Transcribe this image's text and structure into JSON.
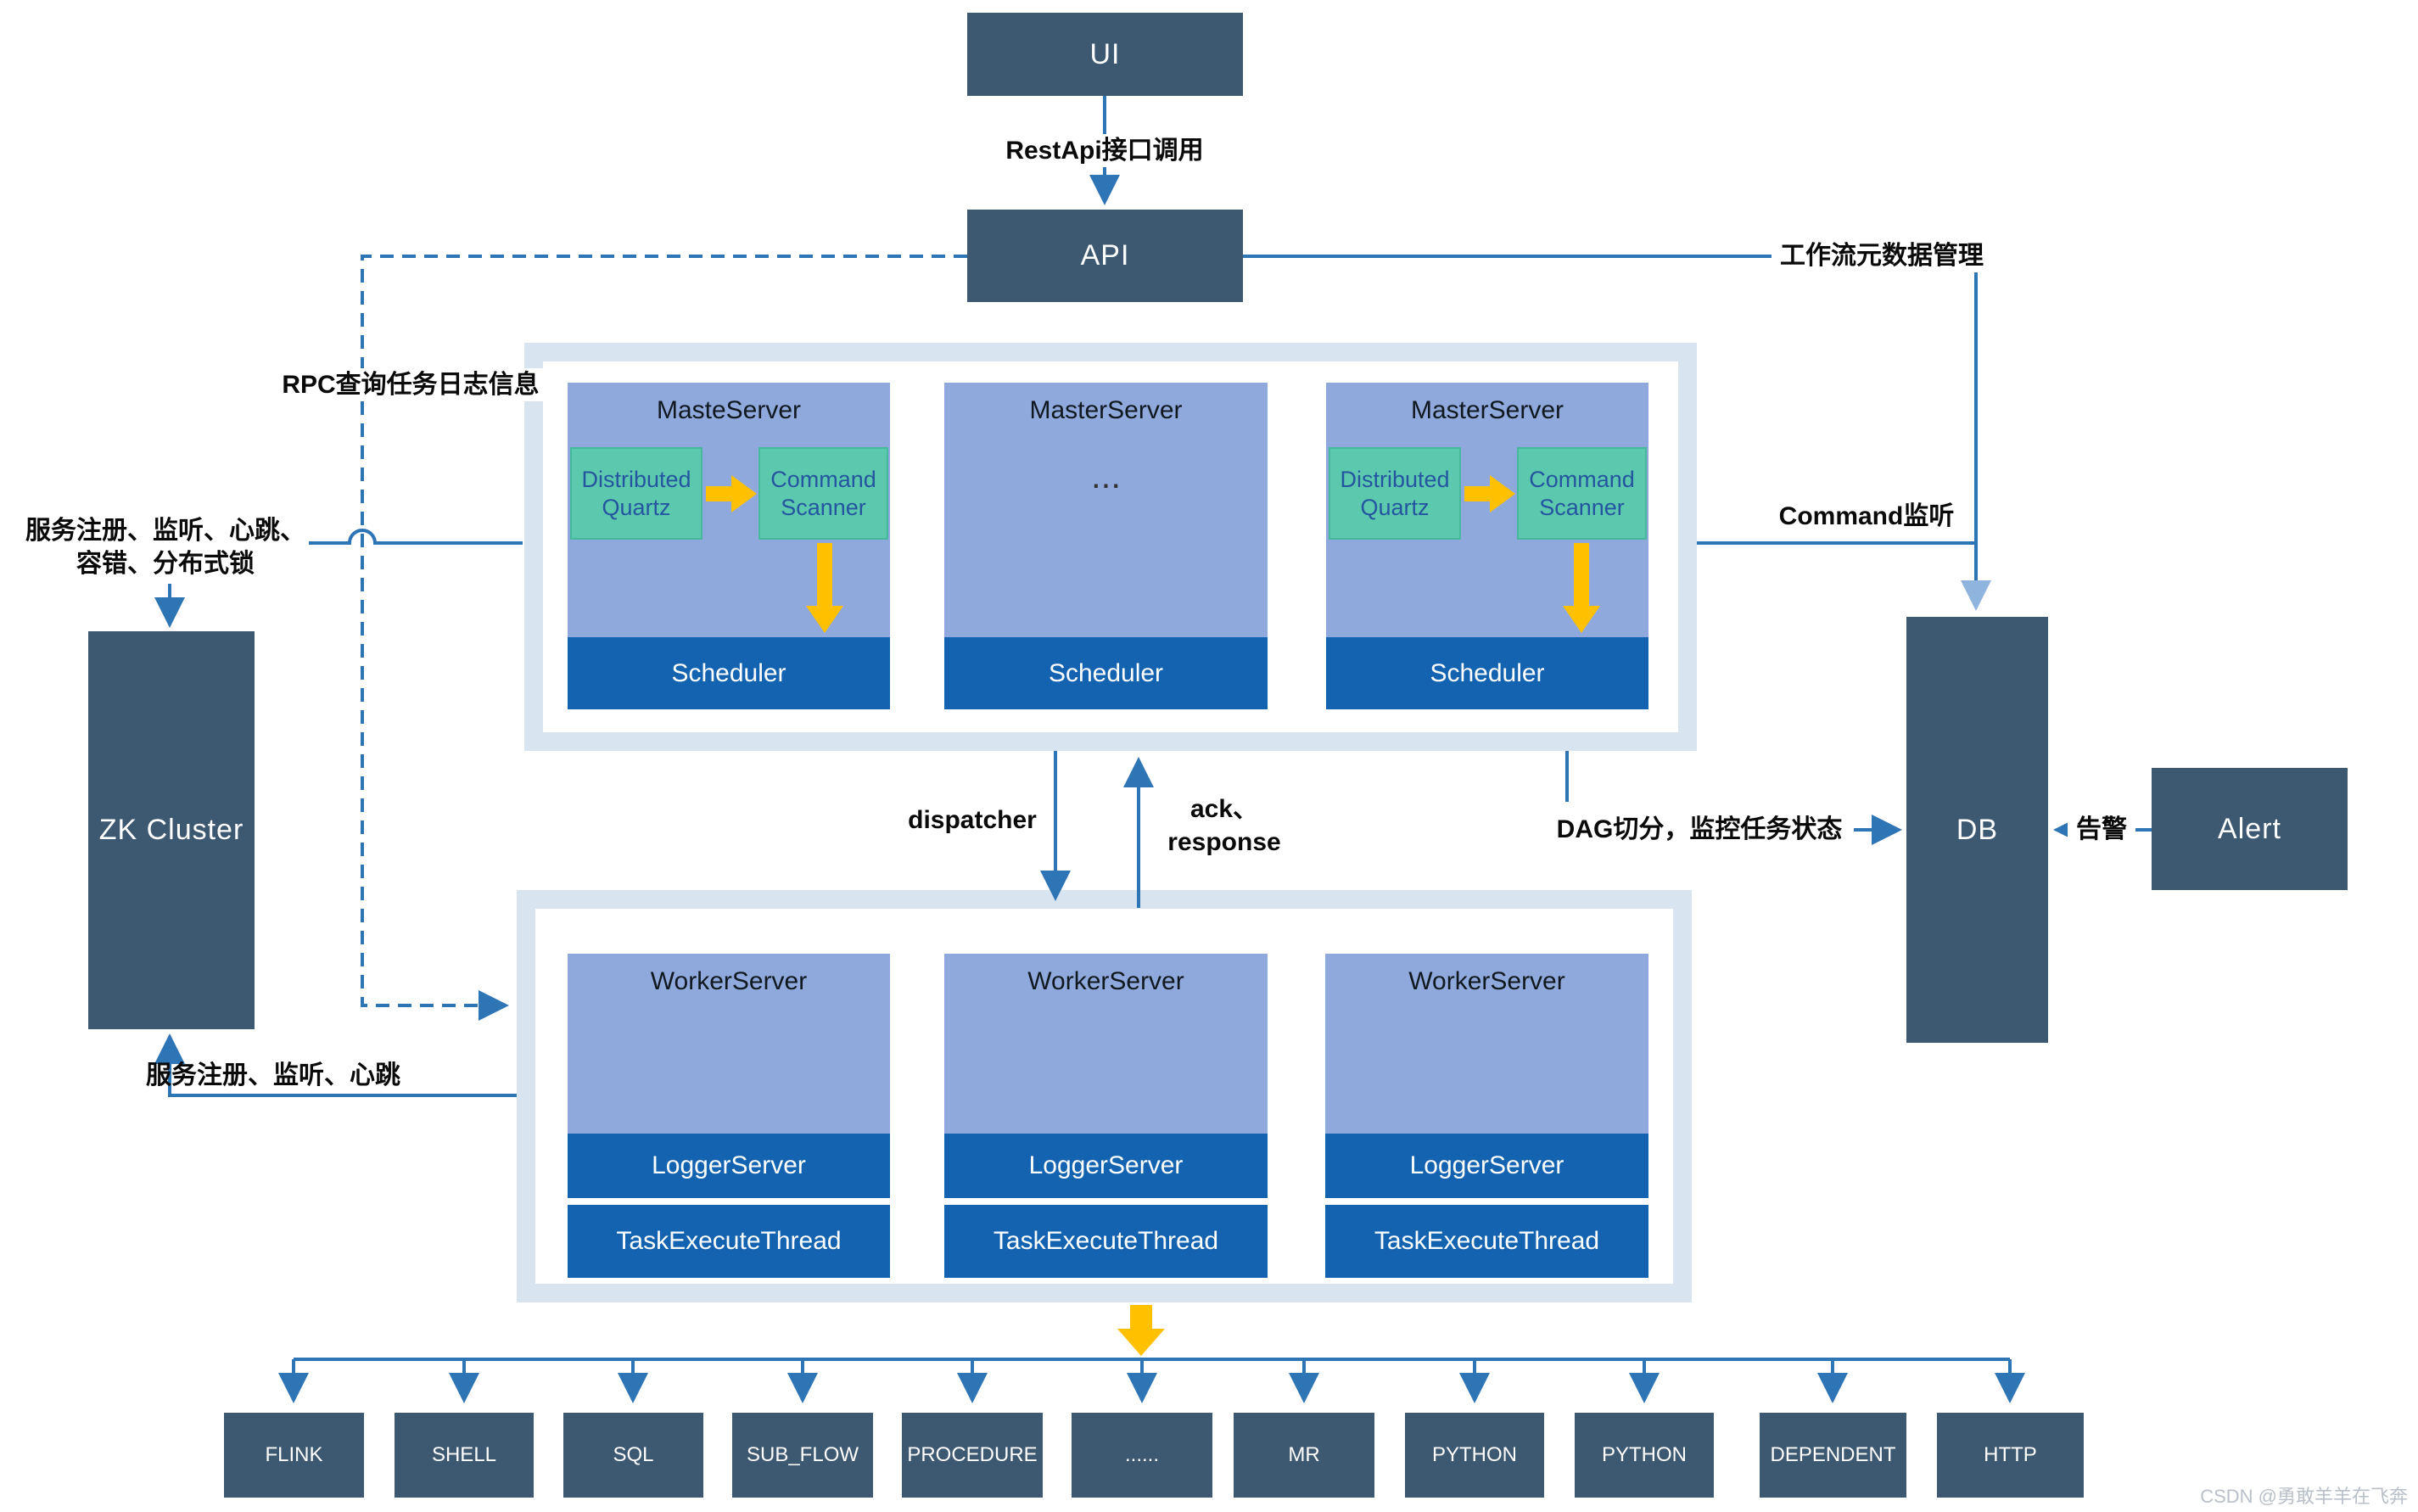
{
  "nodes": {
    "ui": "UI",
    "api": "API",
    "zk_cluster": "ZK Cluster",
    "db": "DB",
    "alert": "Alert"
  },
  "master_cluster": {
    "servers": [
      {
        "title": "MasteServer",
        "quartz": "Distributed Quartz",
        "scanner": "Command Scanner",
        "scheduler": "Scheduler"
      },
      {
        "title": "MasterServer",
        "body": "...",
        "scheduler": "Scheduler"
      },
      {
        "title": "MasterServer",
        "quartz": "Distributed Quartz",
        "scanner": "Command Scanner",
        "scheduler": "Scheduler"
      }
    ]
  },
  "worker_cluster": {
    "servers": [
      {
        "title": "WorkerServer",
        "logger": "LoggerServer",
        "task_thread": "TaskExecuteThread"
      },
      {
        "title": "WorkerServer",
        "logger": "LoggerServer",
        "task_thread": "TaskExecuteThread"
      },
      {
        "title": "WorkerServer",
        "logger": "LoggerServer",
        "task_thread": "TaskExecuteThread"
      }
    ]
  },
  "labels": {
    "restapi_call": "RestApi接口调用",
    "workflow_metadata": "工作流元数据管理",
    "rpc_query_log": "RPC查询任务日志信息",
    "zk_register_master": "服务注册、监听、心跳、\n容错、分布式锁",
    "command_listen": "Command监听",
    "dispatcher": "dispatcher",
    "ack_response": "ack、\nresponse",
    "dag_split": "DAG切分，监控任务状态",
    "alarm": "告警",
    "zk_register_worker": "服务注册、监听、心跳"
  },
  "task_types": [
    "FLINK",
    "SHELL",
    "SQL",
    "SUB_FLOW",
    "PROCEDURE",
    "......",
    "MR",
    "PYTHON",
    "PYTHON",
    "DEPENDENT",
    "HTTP"
  ],
  "watermark": "CSDN @勇敢羊羊在飞奔",
  "colors": {
    "node_dark": "#3d5871",
    "server_fill": "#8fa9dc",
    "bar_blue": "#1463b1",
    "quartz_green": "#5cc8ae",
    "connector_blue": "#2e75b6",
    "arrow_yellow": "#ffc000",
    "cluster_bg": "#d9e4f1"
  }
}
